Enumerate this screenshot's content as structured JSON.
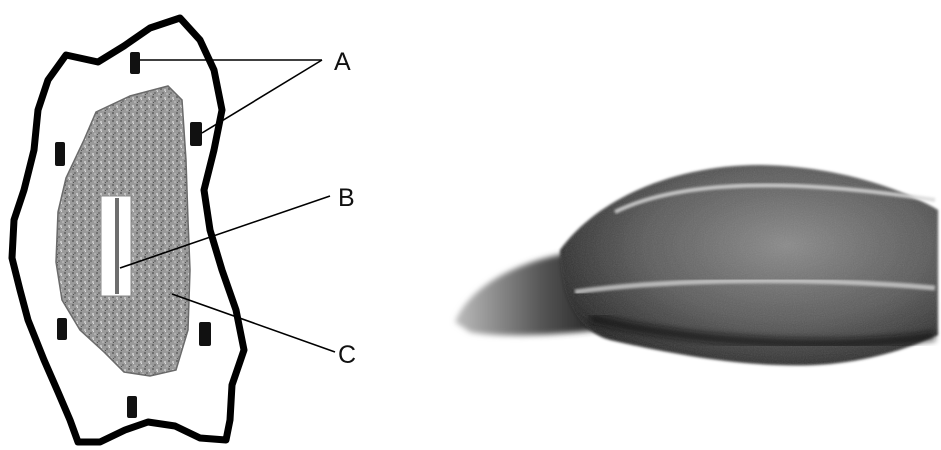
{
  "labels": {
    "a": "A",
    "b": "B",
    "c": "C"
  }
}
